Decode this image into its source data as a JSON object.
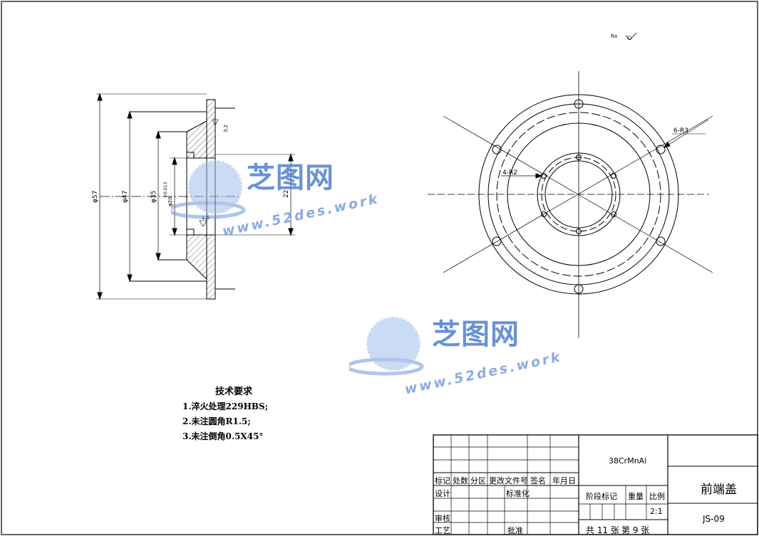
{
  "surface_mark": "Ra",
  "dimensions": {
    "d57": "φ57",
    "d47": "φ47",
    "d35": "φ35",
    "bore": "φ20",
    "bore_tol": "+0.013",
    "len22": "22",
    "rough1": "3.2",
    "rough2": "1.6",
    "holes_large": "6-R3",
    "holes_small": "4-R2"
  },
  "technical_requirements": {
    "title": "技术要求",
    "lines": [
      "1.淬火处理229HBS;",
      "2.未注圆角R1.5;",
      "3.未注倒角0.5X45°"
    ]
  },
  "watermarks": [
    {
      "title": "芝图网",
      "url": "www.52des.work"
    },
    {
      "title": "芝图网",
      "url": "www.52des.work"
    }
  ],
  "title_block": {
    "material": "38CrMnAl",
    "part_name": "前端盖",
    "drawing_no": "JS-09",
    "scale": "2:1",
    "sheets_total_label": "共 11 张",
    "sheet_no_label": "第 9 张",
    "headers": [
      "标记",
      "处数",
      "分区",
      "更改文件号",
      "签名",
      "年月日"
    ],
    "design": "设计",
    "standardize": "标准化",
    "review": "审核",
    "process": "工艺",
    "approve": "批准",
    "stage_mark": "阶段标记",
    "weight": "重量",
    "ratio": "比例"
  }
}
